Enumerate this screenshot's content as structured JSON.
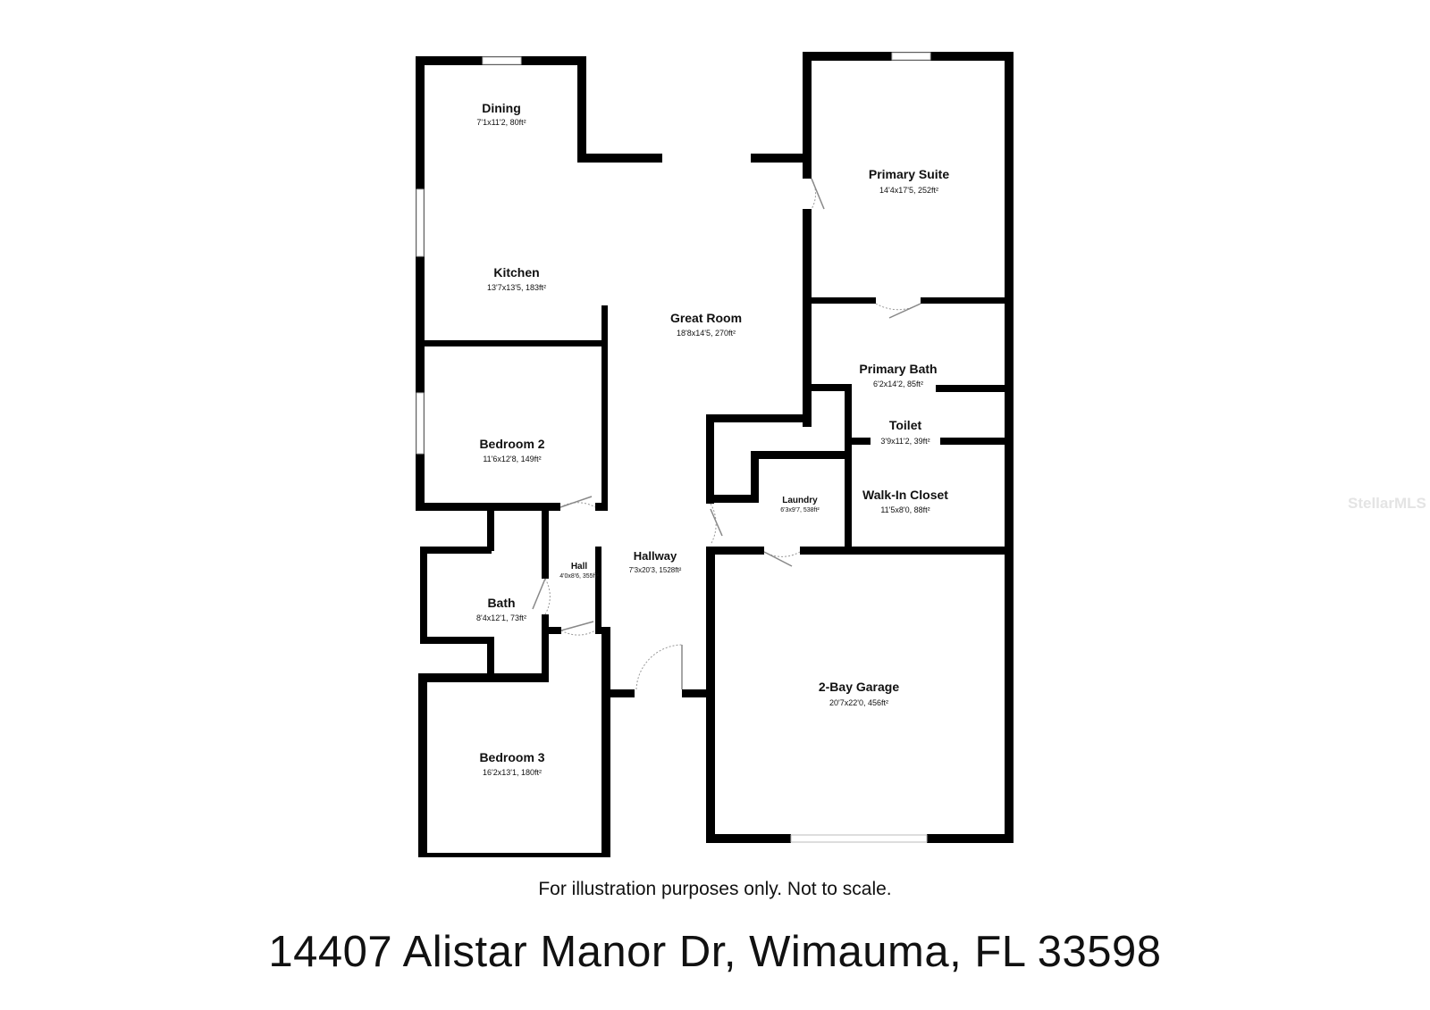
{
  "rooms": [
    {
      "key": "dining",
      "name": "Dining",
      "dims": "7'1x11'2, 80ft²"
    },
    {
      "key": "primary_suite",
      "name": "Primary Suite",
      "dims": "14'4x17'5, 252ft²"
    },
    {
      "key": "kitchen",
      "name": "Kitchen",
      "dims": "13'7x13'5, 183ft²"
    },
    {
      "key": "great_room",
      "name": "Great Room",
      "dims": "18'8x14'5, 270ft²"
    },
    {
      "key": "primary_bath",
      "name": "Primary Bath",
      "dims": "6'2x14'2, 85ft²"
    },
    {
      "key": "toilet",
      "name": "Toilet",
      "dims": "3'9x11'2, 39ft²"
    },
    {
      "key": "bedroom_2",
      "name": "Bedroom 2",
      "dims": "11'6x12'8, 149ft²"
    },
    {
      "key": "laundry",
      "name": "Laundry",
      "dims": "6'3x9'7, 538ft²"
    },
    {
      "key": "walk_in_closet",
      "name": "Walk-In Closet",
      "dims": "11'5x8'0, 88ft²"
    },
    {
      "key": "hall",
      "name": "Hall",
      "dims": "4'0x8'6, 355ft²"
    },
    {
      "key": "hallway",
      "name": "Hallway",
      "dims": "7'3x20'3, 1528ft²"
    },
    {
      "key": "bath",
      "name": "Bath",
      "dims": "8'4x12'1, 73ft²"
    },
    {
      "key": "garage",
      "name": "2-Bay Garage",
      "dims": "20'7x22'0, 456ft²"
    },
    {
      "key": "bedroom_3",
      "name": "Bedroom 3",
      "dims": "16'2x13'1, 180ft²"
    }
  ],
  "disclaimer": "For illustration purposes only. Not to scale.",
  "address": "14407 Alistar Manor Dr, Wimauma, FL 33598",
  "watermark": "StellarMLS"
}
